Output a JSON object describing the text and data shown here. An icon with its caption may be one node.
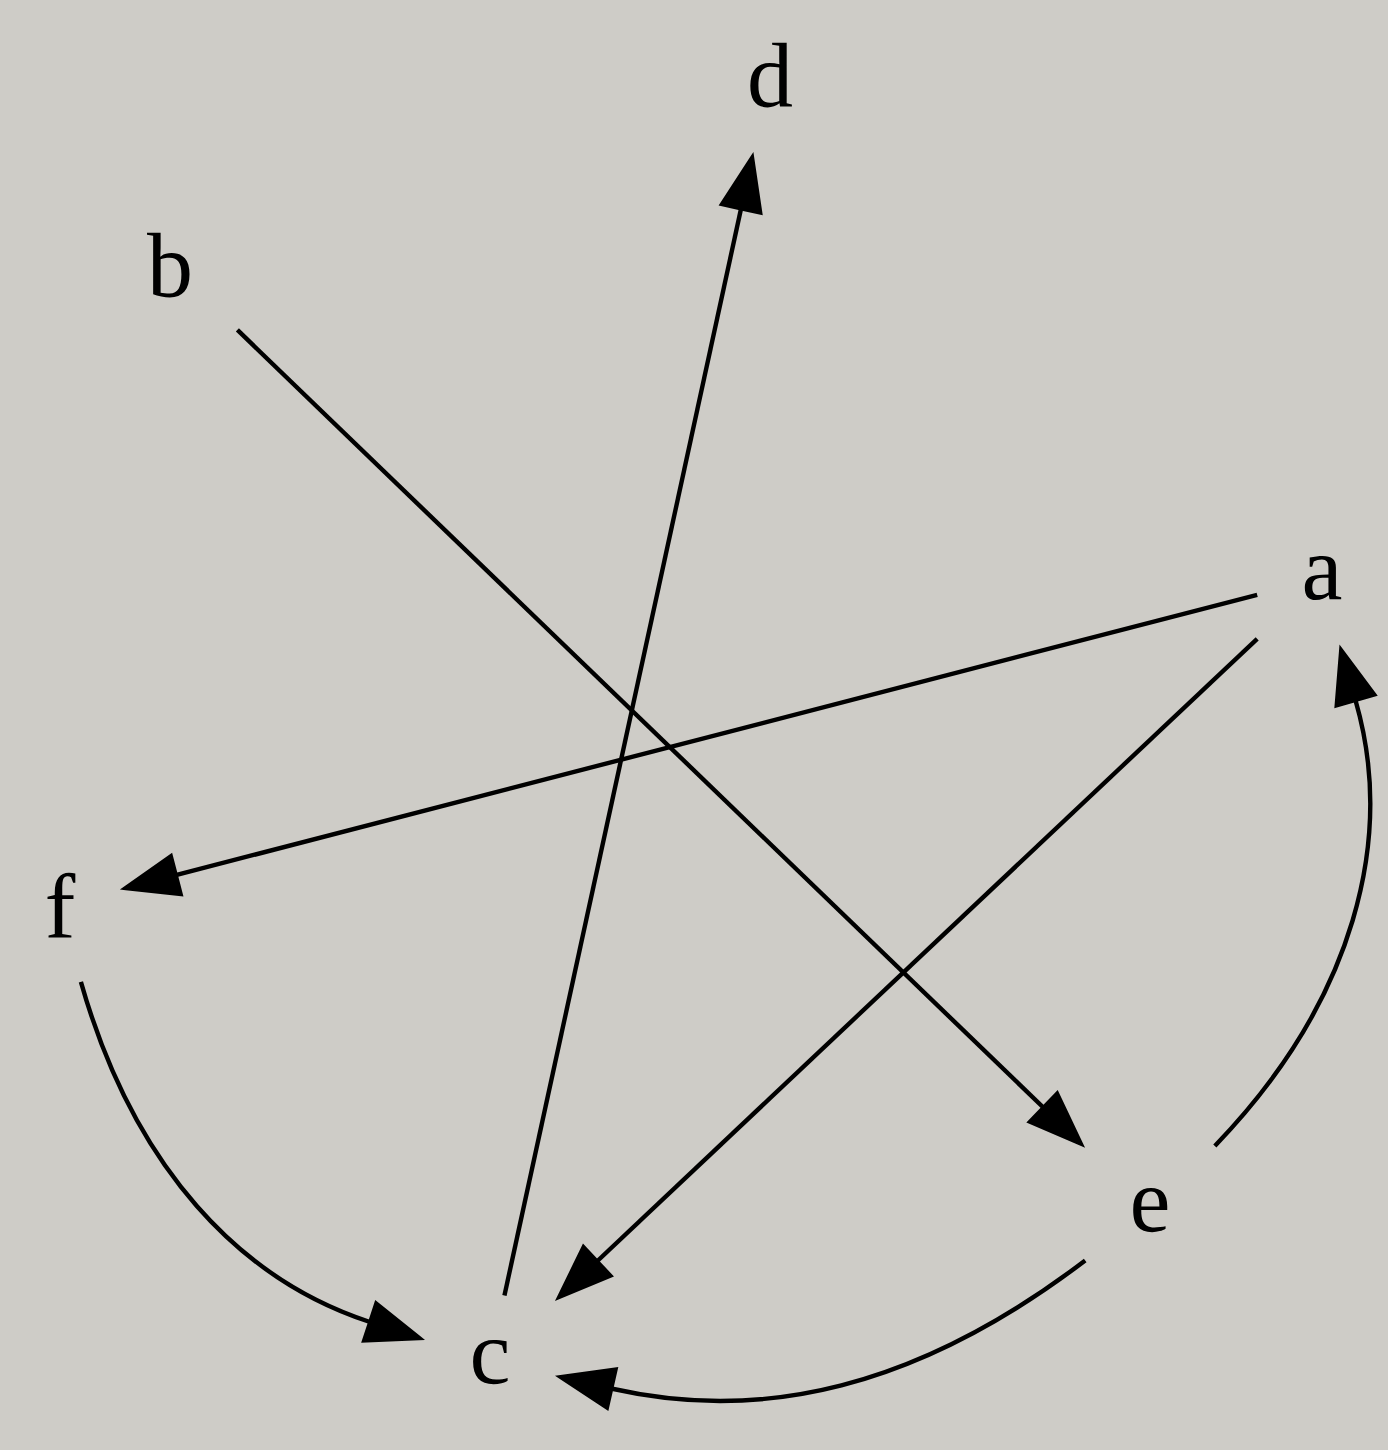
{
  "diagram": {
    "nodes": [
      {
        "text": [
          "d"
        ]
      },
      {
        "text": [
          "b"
        ]
      },
      {
        "text": [
          "a"
        ]
      },
      {
        "text": [
          "f"
        ]
      },
      {
        "text": [
          "e"
        ]
      },
      {
        "text": [
          "c"
        ]
      }
    ],
    "edges": [
      {
        "from": 5,
        "to": 0,
        "arrow": "to"
      },
      {
        "from": 1,
        "to": 4,
        "arrow": "to"
      },
      {
        "from": 2,
        "to": 3,
        "arrow": "to"
      },
      {
        "from": 2,
        "to": 5,
        "arrow": "to"
      },
      {
        "from": 4,
        "to": 2,
        "arrow": "to"
      },
      {
        "from": 3,
        "to": 5,
        "arrow": "to"
      },
      {
        "from": 4,
        "to": 5,
        "arrow": "to"
      }
    ]
  }
}
